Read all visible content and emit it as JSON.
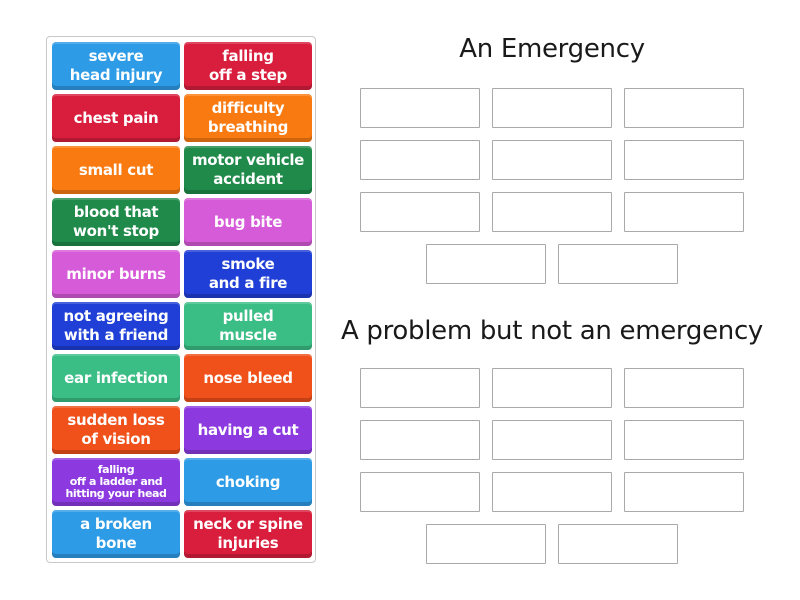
{
  "cards": [
    {
      "label": "severe\nhead injury",
      "color": "#2d9be6"
    },
    {
      "label": "falling\noff a step",
      "color": "#d81e3c"
    },
    {
      "label": "chest pain",
      "color": "#d81e3c"
    },
    {
      "label": "difficulty\nbreathing",
      "color": "#fa7a12"
    },
    {
      "label": "small cut",
      "color": "#fa7a12"
    },
    {
      "label": "motor vehicle\naccident",
      "color": "#1f8a4a"
    },
    {
      "label": "blood that\nwon't stop",
      "color": "#1f8a4a"
    },
    {
      "label": "bug bite",
      "color": "#d65bd8"
    },
    {
      "label": "minor burns",
      "color": "#d65bd8"
    },
    {
      "label": "smoke\nand a fire",
      "color": "#1f3fd6"
    },
    {
      "label": "not agreeing\nwith a friend",
      "color": "#1f3fd6"
    },
    {
      "label": "pulled\nmuscle",
      "color": "#3bbd86"
    },
    {
      "label": "ear infection",
      "color": "#3bbd86"
    },
    {
      "label": "nose bleed",
      "color": "#f0501a"
    },
    {
      "label": "sudden loss\nof vision",
      "color": "#f0501a"
    },
    {
      "label": "having a cut",
      "color": "#8c3ae0"
    },
    {
      "label": "falling\noff a ladder and\nhitting your head",
      "color": "#8c3ae0",
      "small": true
    },
    {
      "label": "choking",
      "color": "#2d9be6"
    },
    {
      "label": "a broken\nbone",
      "color": "#2d9be6"
    },
    {
      "label": "neck or spine\ninjuries",
      "color": "#d81e3c"
    }
  ],
  "groups": [
    {
      "title": "An Emergency",
      "slots": 11
    },
    {
      "title": "A problem but not an emergency",
      "slots": 11
    }
  ]
}
